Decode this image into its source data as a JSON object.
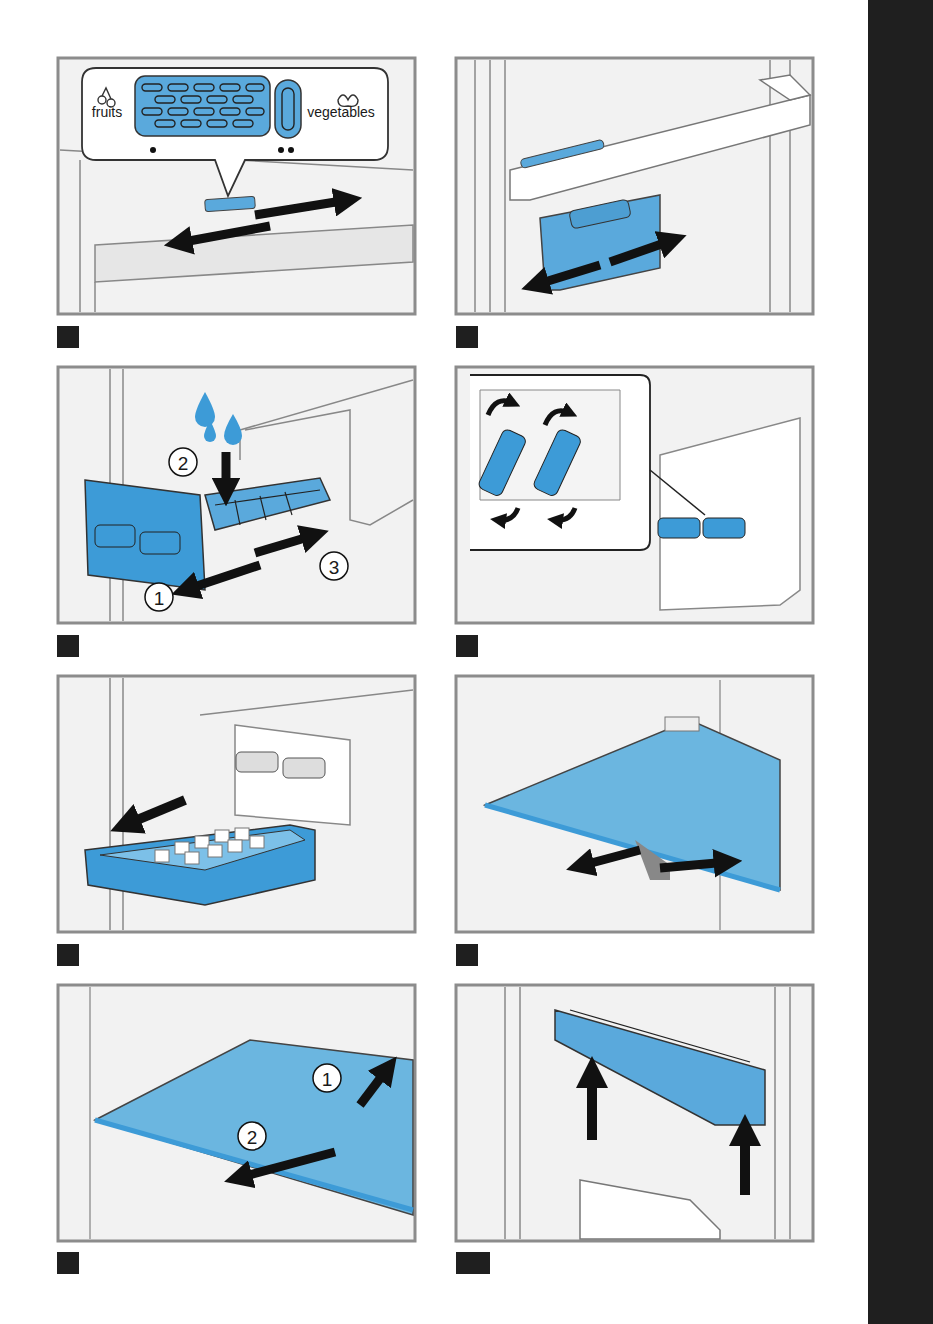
{
  "diagram": {
    "nodes": [
      {
        "text": [
          "fruits",
          "vegetables"
        ]
      }
    ],
    "labels": [
      "2",
      "1",
      "3",
      "1",
      "2"
    ]
  }
}
